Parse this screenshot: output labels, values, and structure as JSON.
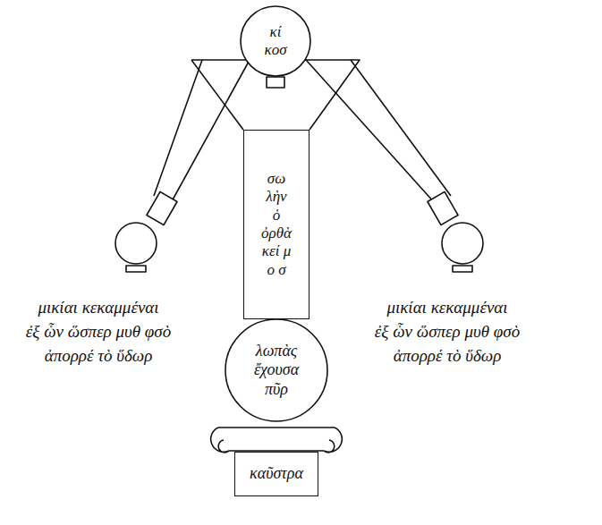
{
  "diagram": {
    "nodes": [
      {
        "text": [
          "κί κοσ"
        ]
      },
      {
        "text": [
          "σω λὴν ὁ ὀρθὰ κεί μ ο σ"
        ]
      },
      {
        "text": [
          "λωπὰς ἔχουσα πῦρ"
        ]
      },
      {
        "text": [
          "καῦστρα"
        ]
      }
    ],
    "labels": [
      "μικίαι κεκαμμέναι",
      "ἐξ ὧν ὥσπερ μυθ φσὸ",
      "ἀπορρέ τὸ ὕδωρ",
      "μικίαι κεκαμμέναι",
      "ἐξ ὧν ὥσπερ μυθ φσὸ",
      "ἀπορρέ τὸ ὕδωρ"
    ]
  }
}
